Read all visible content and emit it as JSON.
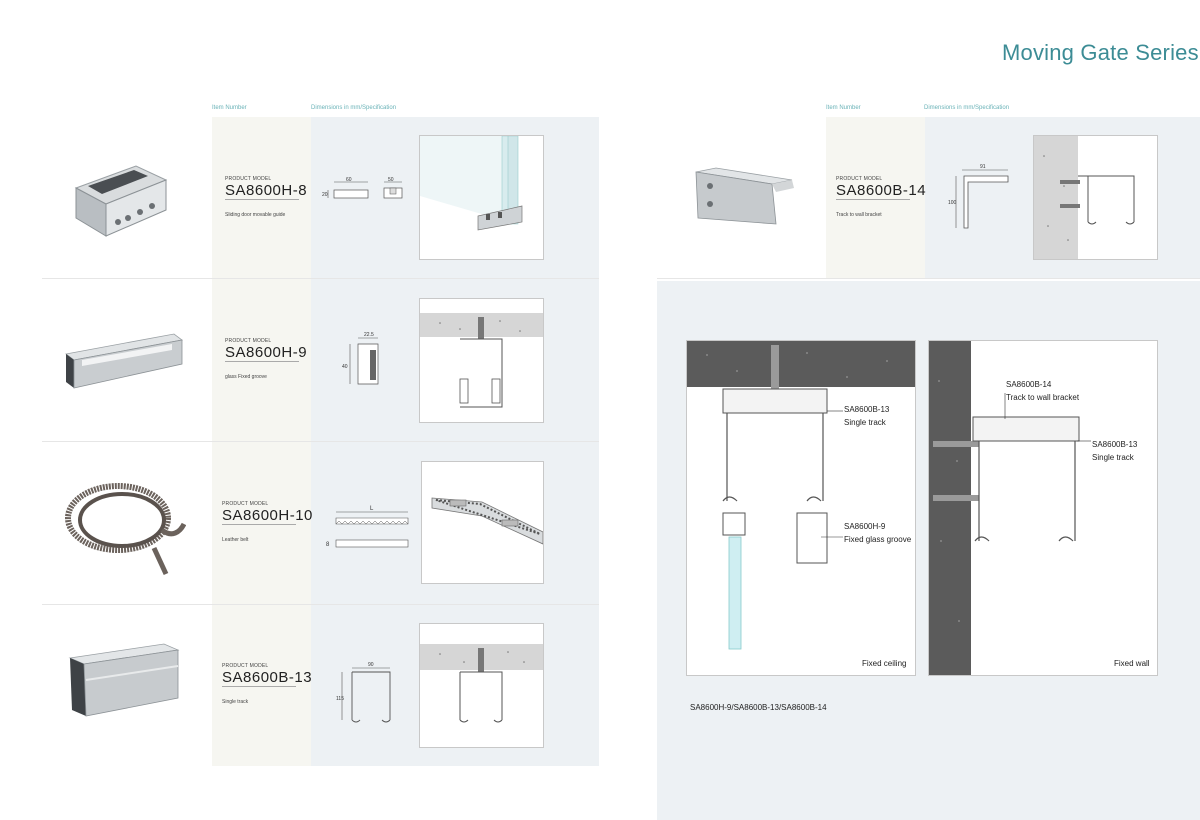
{
  "page": {
    "title": "Moving Gate Series"
  },
  "headers": {
    "item_number": "Item Number",
    "dimensions": "Dimensions in mm/Specification"
  },
  "products": [
    {
      "label": "PRODUCT MODEL",
      "code": "SA8600H-8",
      "desc": "Sliding door movable guide",
      "dims": [
        "60",
        "20",
        "50"
      ]
    },
    {
      "label": "PRODUCT MODEL",
      "code": "SA8600H-9",
      "desc": "glass Fixed groove",
      "dims": [
        "22.5",
        "40"
      ]
    },
    {
      "label": "PRODUCT MODEL",
      "code": "SA8600H-10",
      "desc": "Leather belt",
      "dims": [
        "L",
        "8"
      ]
    },
    {
      "label": "PRODUCT MODEL",
      "code": "SA8600B-13",
      "desc": "Single track",
      "dims": [
        "90",
        "115"
      ]
    },
    {
      "label": "PRODUCT MODEL",
      "code": "SA8600B-14",
      "desc": "Track to wall bracket",
      "dims": [
        "91",
        "100"
      ]
    }
  ],
  "install": {
    "ceiling": {
      "callout_1_code": "SA8600B-13",
      "callout_1_desc": "Single track",
      "callout_2_code": "SA8600H-9",
      "callout_2_desc": "Fixed glass groove",
      "caption": "Fixed ceiling"
    },
    "wall": {
      "callout_1_code": "SA8600B-14",
      "callout_1_desc": "Track to wall bracket",
      "callout_2_code": "SA8600B-13",
      "callout_2_desc": "Single track",
      "caption": "Fixed wall"
    },
    "footer": "SA8600H-9/SA8600B-13/SA8600B-14"
  },
  "colors": {
    "title": "#3c8c95",
    "header": "#6bb3b8",
    "band_light": "#f6f6f1",
    "band_blue": "#edf1f4",
    "concrete": "#d8d8d8",
    "dark_concrete": "#5a5a5a"
  },
  "icons": [
    "glass-guide-photo",
    "glass-groove-photo",
    "leather-belt-photo",
    "single-track-photo",
    "wall-bracket-photo"
  ]
}
